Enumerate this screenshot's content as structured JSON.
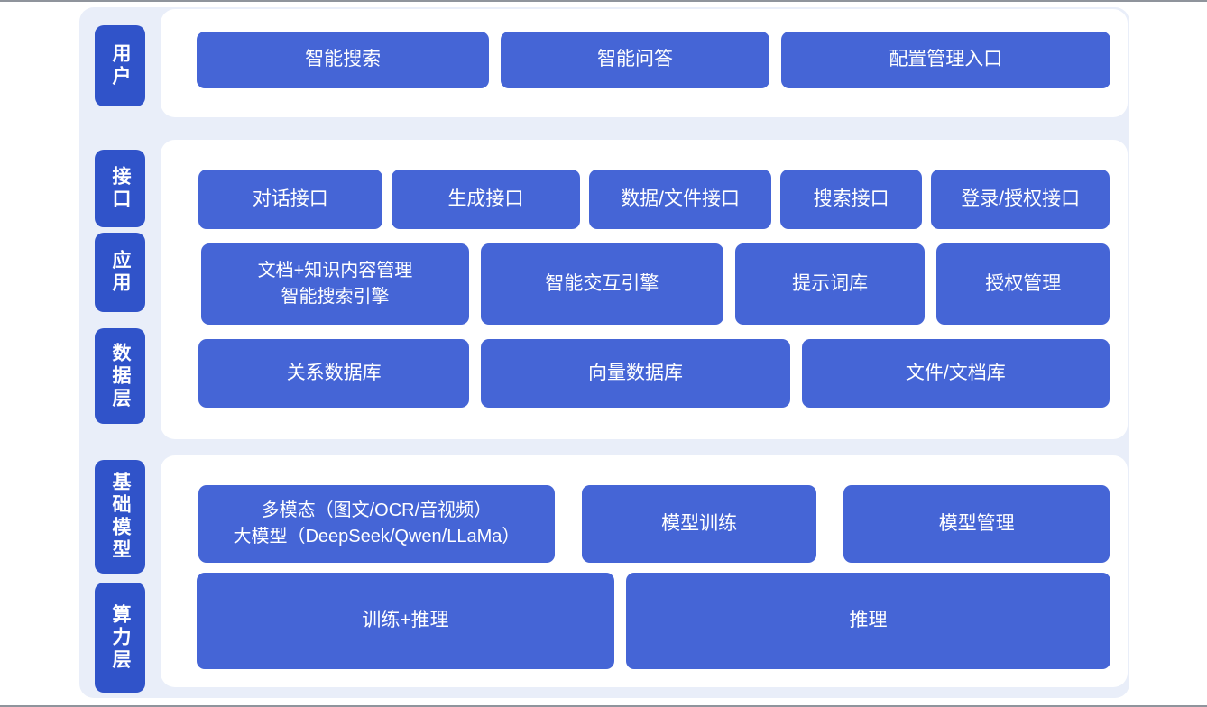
{
  "colors": {
    "container_bg": "#e9eef9",
    "panel_bg": "#ffffff",
    "box_blue": "#4565d6",
    "tab_blue": "#3053c9",
    "text_color": "#ffffff"
  },
  "layers": [
    {
      "label": "用户"
    },
    {
      "label": "接口"
    },
    {
      "label": "应用"
    },
    {
      "label": "数据层"
    },
    {
      "label": "基础模型"
    },
    {
      "label": "算力层"
    }
  ],
  "sections": [
    {
      "rows": [
        {
          "boxes": [
            {
              "label": "智能搜索"
            },
            {
              "label": "智能问答"
            },
            {
              "label": "配置管理入口"
            }
          ]
        }
      ]
    },
    {
      "rows": [
        {
          "boxes": [
            {
              "label": "对话接口"
            },
            {
              "label": "生成接口"
            },
            {
              "label": "数据/文件接口"
            },
            {
              "label": "搜索接口"
            },
            {
              "label": "登录/授权接口"
            }
          ]
        },
        {
          "boxes": [
            {
              "lines": [
                "文档+知识内容管理",
                "智能搜索引擎"
              ]
            },
            {
              "label": "智能交互引擎"
            },
            {
              "label": "提示词库"
            },
            {
              "label": "授权管理"
            }
          ]
        },
        {
          "boxes": [
            {
              "label": "关系数据库"
            },
            {
              "label": "向量数据库"
            },
            {
              "label": "文件/文档库"
            }
          ]
        }
      ]
    },
    {
      "rows": [
        {
          "boxes": [
            {
              "lines": [
                "多模态（图文/OCR/音视频）",
                "大模型（DeepSeek/Qwen/LLaMa）"
              ]
            },
            {
              "label": "模型训练"
            },
            {
              "label": "模型管理"
            }
          ]
        },
        {
          "boxes": [
            {
              "label": "训练+推理"
            },
            {
              "label": "推理"
            }
          ]
        }
      ]
    }
  ]
}
